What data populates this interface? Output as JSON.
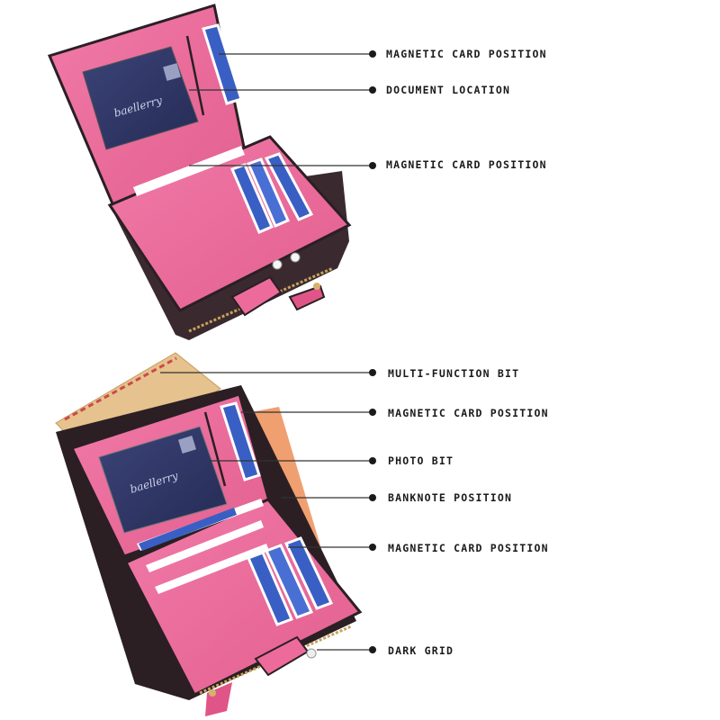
{
  "brand_text": "baellerry",
  "colors": {
    "wallet_pink": "#ee6e9c",
    "wallet_pink_dark": "#d9527f",
    "window_navy": "#2e3565",
    "card_blue": "#3a5fc4",
    "envelope": "#e6c28e",
    "banknote": "#f0a070",
    "zipper": "#c7a25a",
    "line": "#333333"
  },
  "top_wallet": {
    "annotations": [
      {
        "label": "MAGNETIC CARD POSITION"
      },
      {
        "label": "DOCUMENT LOCATION"
      },
      {
        "label": "MAGNETIC CARD POSITION"
      }
    ]
  },
  "bottom_wallet": {
    "annotations": [
      {
        "label": "MULTI-FUNCTION BIT"
      },
      {
        "label": "MAGNETIC CARD POSITION"
      },
      {
        "label": "PHOTO BIT"
      },
      {
        "label": "BANKNOTE POSITION"
      },
      {
        "label": "MAGNETIC CARD POSITION"
      },
      {
        "label": "DARK GRID"
      }
    ]
  }
}
